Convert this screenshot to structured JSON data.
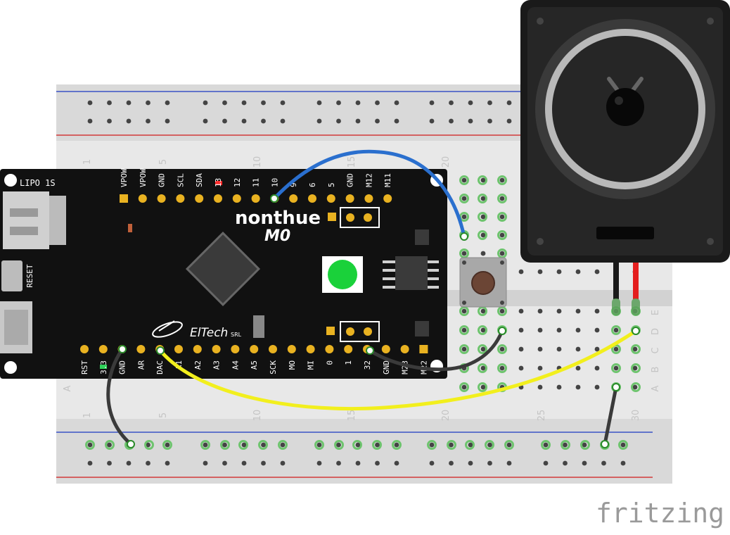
{
  "board": {
    "brand": "nonthue",
    "model": "M0",
    "maker": "ElTech",
    "maker_suffix": "SRL",
    "lipo_label": "LIPO 1S",
    "reset_label": "RESET",
    "top_pins": [
      "VPOW",
      "VPOW",
      "GND",
      "SCL",
      "SDA",
      "13",
      "12",
      "11",
      "10",
      "9",
      "6",
      "5",
      "GND",
      "M12",
      "M11"
    ],
    "bottom_pins": [
      "RST",
      "3.3",
      "GND",
      "AR",
      "DAC",
      "A1",
      "A2",
      "A3",
      "A4",
      "A5",
      "SCK",
      "MO",
      "MI",
      "0",
      "1",
      "32",
      "GND",
      "M23",
      "M22"
    ]
  },
  "breadboard": {
    "column_numbers": [
      "1",
      "5",
      "10",
      "15",
      "20",
      "25",
      "30"
    ],
    "row_letters": [
      "A",
      "B",
      "C",
      "D",
      "E"
    ]
  },
  "components": {
    "speaker": "speaker-icon",
    "button": "pushbutton-icon",
    "led": "rgb-led-icon"
  },
  "wires": [
    {
      "name": "wire-blue-pin10-button",
      "color": "#2a6fce"
    },
    {
      "name": "wire-yellow-dac-speaker",
      "color": "#f2ef1d"
    },
    {
      "name": "wire-black-gnd-button",
      "color": "#3a3a3a"
    },
    {
      "name": "wire-black-gnd-rail",
      "color": "#3a3a3a"
    },
    {
      "name": "wire-black-speaker-rail",
      "color": "#3a3a3a"
    }
  ],
  "colors": {
    "rail_blue": "#3a52c6",
    "rail_red": "#d23a3a",
    "board": "#111111",
    "pin_gold": "#e9b221"
  },
  "watermark": "fritzing"
}
